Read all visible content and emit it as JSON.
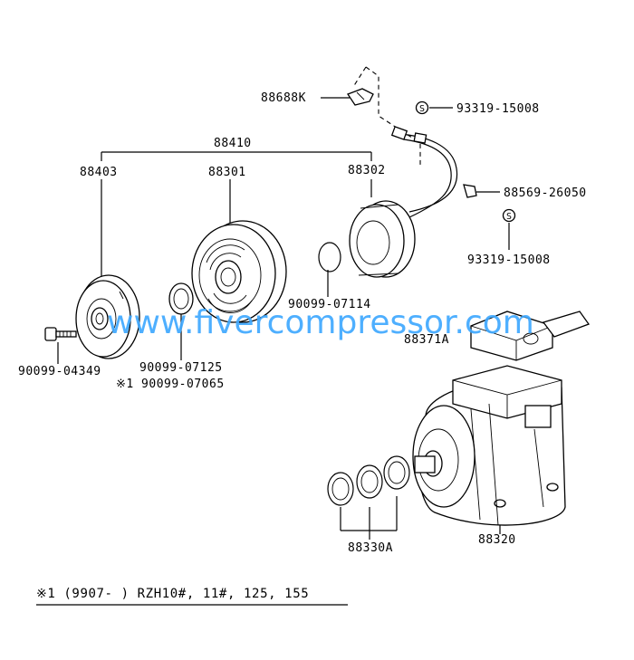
{
  "diagram": {
    "labels": {
      "p88688k": "88688K",
      "p93319_top": "93319-15008",
      "p88410": "88410",
      "p88403": "88403",
      "p88301": "88301",
      "p88302": "88302",
      "p88569": "88569-26050",
      "p93319_bottom": "93319-15008",
      "p90099_07114": "90099-07114",
      "p88371a": "88371A",
      "p90099_04349": "90099-04349",
      "p90099_07125": "90099-07125",
      "p90099_07065": "※1 90099-07065",
      "p88330a": "88330A",
      "p88320": "88320"
    },
    "symbols": {
      "s_mark": "S"
    },
    "footnote": "※1 (9907-    ) RZH10#, 11#, 125, 155",
    "watermark": "www.fivercompressor.com",
    "colors": {
      "watermark": "#3fa9ff",
      "lines": "#000000"
    }
  }
}
